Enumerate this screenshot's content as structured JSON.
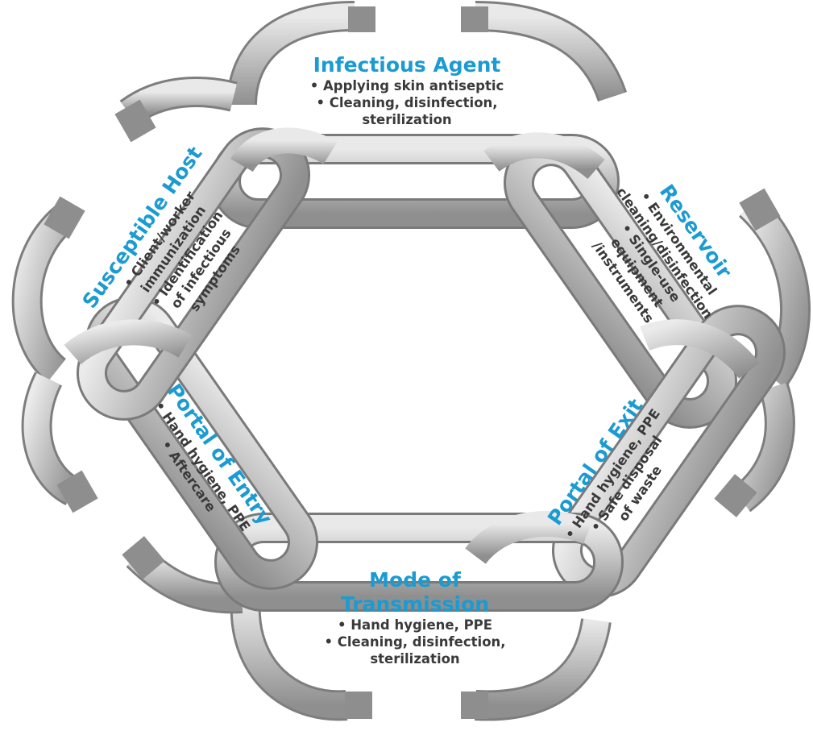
{
  "diagram": {
    "colors": {
      "title": "#1b9bd1",
      "body_text": "#3a3a3a",
      "link_fill": "#b9b9b9",
      "link_edge": "#8a8a8a",
      "cut_end": "#8e8e8e"
    },
    "links": [
      {
        "id": "infectious-agent",
        "title": "Infectious Agent",
        "items": [
          {
            "text": "Applying skin antiseptic"
          },
          {
            "text": "Cleaning, disinfection,",
            "cont": "sterilization"
          }
        ]
      },
      {
        "id": "reservoir",
        "title": "Reservoir",
        "items": [
          {
            "text": "Environmental",
            "cont": "cleaning/disinfection"
          },
          {
            "text": "Single-use",
            "cont": "equipment",
            "cont2": "/instruments"
          }
        ]
      },
      {
        "id": "portal-of-exit",
        "title": "Portal of Exit",
        "items": [
          {
            "text": "Hand hygiene, PPE"
          },
          {
            "text": "Safe disposal",
            "cont": "of waste"
          }
        ]
      },
      {
        "id": "mode-of-transmission",
        "title": "Mode of",
        "title_line2": "Transmission",
        "items": [
          {
            "text": "Hand hygiene, PPE"
          },
          {
            "text": "Cleaning, disinfection,",
            "cont": "sterilization"
          }
        ]
      },
      {
        "id": "portal-of-entry",
        "title": "Portal of Entry",
        "items": [
          {
            "text": "Hand hygiene, PPE"
          },
          {
            "text": "Aftercare"
          }
        ]
      },
      {
        "id": "susceptible-host",
        "title": "Susceptible Host",
        "items": [
          {
            "text": "Client/worker",
            "cont": "immunization"
          },
          {
            "text": "Identification",
            "cont": "of infectious",
            "cont2": "symptoms"
          }
        ]
      }
    ]
  }
}
